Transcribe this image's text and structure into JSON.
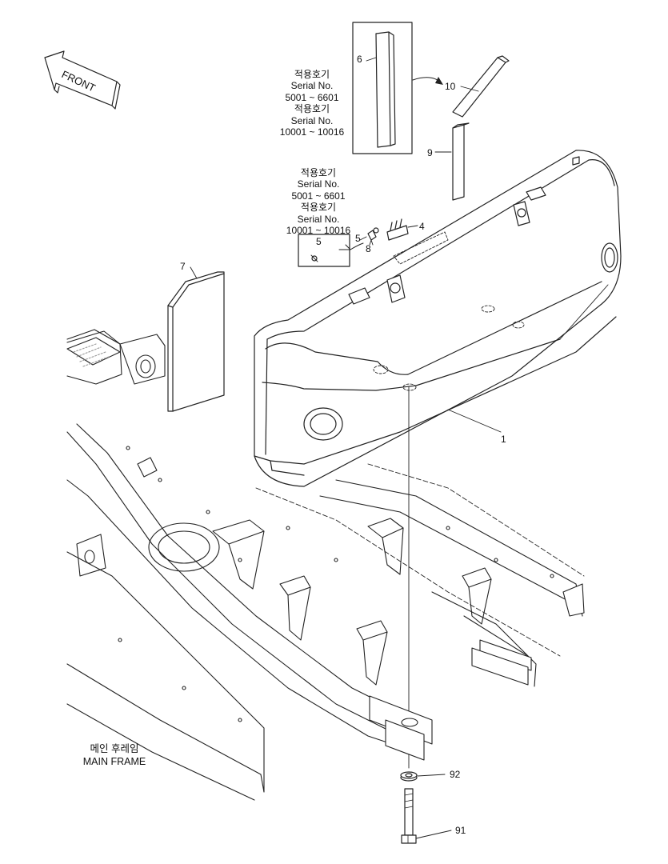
{
  "front_arrow": {
    "text": "FRONT"
  },
  "serial_note_top": {
    "line1": "적용호기",
    "line2": "Serial No.",
    "line3": "5001 ~ 6601",
    "line4": "적용호기",
    "line5": "Serial No.",
    "line6": "10001 ~ 10016"
  },
  "serial_note_mid": {
    "line1": "적용호기",
    "line2": "Serial No.",
    "line3": "5001 ~ 6601",
    "line4": "적용호기",
    "line5": "Serial No.",
    "line6": "10001 ~ 10016"
  },
  "main_frame": {
    "korean": "메인 후레임",
    "english": "MAIN FRAME"
  },
  "callouts": {
    "c1": "1",
    "c4": "4",
    "c5": "5",
    "c5_box": "5",
    "c6": "6",
    "c7": "7",
    "c8": "8",
    "c9": "9",
    "c10": "10",
    "c91": "91",
    "c92": "92"
  },
  "colors": {
    "line": "#222222",
    "background": "#ffffff",
    "grille": "#9a9a9a"
  }
}
